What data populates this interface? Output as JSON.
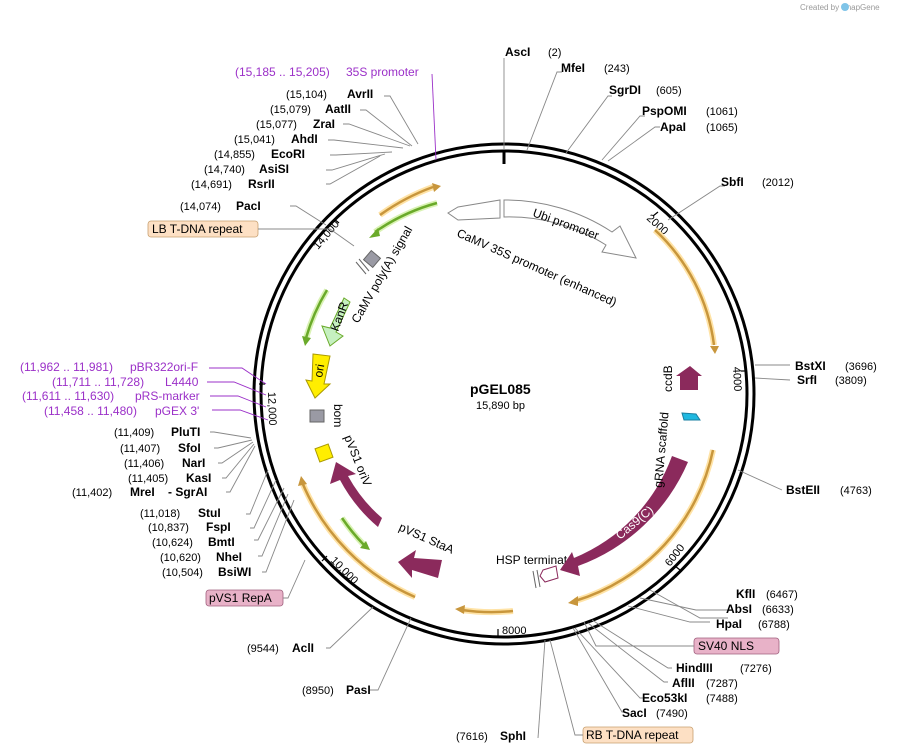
{
  "credit": "Created by SnapGene",
  "plasmid": {
    "name": "pGEL085",
    "size": "15,890 bp"
  },
  "ticks": [
    "2000",
    "4000",
    "6000",
    "8000",
    "10,000",
    "12,000",
    "14,000"
  ],
  "enzymes": {
    "asci": {
      "name": "AscI",
      "pos": "(2)"
    },
    "mfei": {
      "name": "MfeI",
      "pos": "(243)"
    },
    "sgrdi": {
      "name": "SgrDI",
      "pos": "(605)"
    },
    "pspomi": {
      "name": "PspOMI",
      "pos": "(1061)"
    },
    "apai": {
      "name": "ApaI",
      "pos": "(1065)"
    },
    "sbfi": {
      "name": "SbfI",
      "pos": "(2012)"
    },
    "bstxi": {
      "name": "BstXI",
      "pos": "(3696)"
    },
    "srfi": {
      "name": "SrfI",
      "pos": "(3809)"
    },
    "bsteii": {
      "name": "BstEII",
      "pos": "(4763)"
    },
    "kfli": {
      "name": "KflI",
      "pos": "(6467)"
    },
    "absi": {
      "name": "AbsI",
      "pos": "(6633)"
    },
    "hpai": {
      "name": "HpaI",
      "pos": "(6788)"
    },
    "hindiii": {
      "name": "HindIII",
      "pos": "(7276)"
    },
    "aflii": {
      "name": "AflII",
      "pos": "(7287)"
    },
    "eco53ki": {
      "name": "Eco53kI",
      "pos": "(7488)"
    },
    "saci": {
      "name": "SacI",
      "pos": "(7490)"
    },
    "sphi": {
      "name": "SphI",
      "pos": "(7616)"
    },
    "pasi": {
      "name": "PasI",
      "pos": "(8950)"
    },
    "acli": {
      "name": "AclI",
      "pos": "(9544)"
    },
    "bsiwi": {
      "name": "BsiWI",
      "pos": "(10,504)"
    },
    "nhei": {
      "name": "NheI",
      "pos": "(10,620)"
    },
    "bmti": {
      "name": "BmtI",
      "pos": "(10,624)"
    },
    "fspi": {
      "name": "FspI",
      "pos": "(10,837)"
    },
    "stui": {
      "name": "StuI",
      "pos": "(11,018)"
    },
    "mrei": {
      "name": "MreI",
      "pos": "(11,402)",
      "suffix": "- SgrAI"
    },
    "kasi": {
      "name": "KasI",
      "pos": "(11,405)"
    },
    "nari": {
      "name": "NarI",
      "pos": "(11,406)"
    },
    "sfoi": {
      "name": "SfoI",
      "pos": "(11,407)"
    },
    "pluti": {
      "name": "PluTI",
      "pos": "(11,409)"
    },
    "paci": {
      "name": "PacI",
      "pos": "(14,074)"
    },
    "rsrii": {
      "name": "RsrII",
      "pos": "(14,691)"
    },
    "asisi": {
      "name": "AsiSI",
      "pos": "(14,740)"
    },
    "ecori": {
      "name": "EcoRI",
      "pos": "(14,855)"
    },
    "ahdi": {
      "name": "AhdI",
      "pos": "(15,041)"
    },
    "zrai": {
      "name": "ZraI",
      "pos": "(15,077)"
    },
    "aatii": {
      "name": "AatII",
      "pos": "(15,079)"
    },
    "avrii": {
      "name": "AvrII",
      "pos": "(15,104)"
    }
  },
  "sites": {
    "s35": {
      "range": "(15,185 .. 15,205)",
      "name": "35S promoter"
    },
    "pbr": {
      "range": "(11,962 .. 11,981)",
      "name": "pBR322ori-F"
    },
    "l4440": {
      "range": "(11,711 .. 11,728)",
      "name": "L4440"
    },
    "prs": {
      "range": "(11,611 .. 11,630)",
      "name": "pRS-marker"
    },
    "pgex": {
      "range": "(11,458 .. 11,480)",
      "name": "pGEX 3'"
    }
  },
  "boxes": {
    "lb": "LB T-DNA repeat",
    "rb": "RB T-DNA repeat",
    "sv40": "SV40 NLS",
    "repa": "pVS1 RepA"
  },
  "features": {
    "ubi": "Ubi promoter",
    "camv35s": "CaMV 35S promoter (enhanced)",
    "polya": "CaMV poly(A) signal",
    "kanr": "KanR",
    "ori": "ori",
    "bom": "bom",
    "pvs1oriv": "pVS1 oriV",
    "pvs1staa": "pVS1 StaA",
    "hsp": "HSP terminator",
    "cas9": "Cas9(C)",
    "grna": "gRNA scaffold",
    "ccdb": "ccdB"
  },
  "colors": {
    "backbone": "#000000",
    "orf_arrow": "#c8963c",
    "orf_highlight": "#ffe3a6",
    "green_arrow": "#6aaa2a",
    "green_highlight": "#d9f2b3",
    "promoter": "#ffffff",
    "cas9": "#8b2a5c",
    "kanr": "#c6f0c0",
    "ori": "#ffee00",
    "grna": "#20b8e0",
    "box_orange": "#fde0c4",
    "box_pink": "#e8b2c8",
    "site_purple": "#9b30c8"
  }
}
